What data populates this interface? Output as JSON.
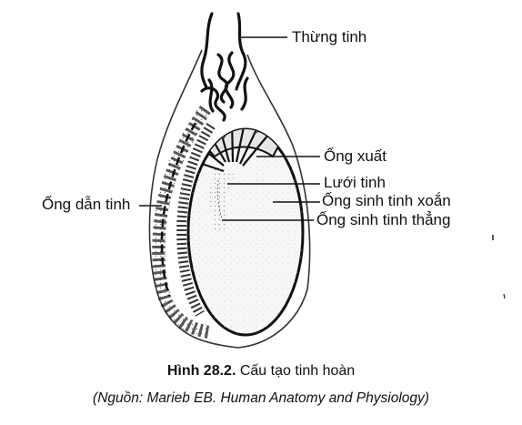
{
  "labels": {
    "thung_tinh": "Thừng tinh",
    "ong_xuat": "Ống xuất",
    "luoi_tinh": "Lưới tinh",
    "ong_dan_tinh": "Ống dẫn tinh",
    "ong_sinh_tinh_xoan": "Ống sinh tinh xoắn",
    "ong_sinh_tinh_thang": "Ống sinh tinh thẳng"
  },
  "caption": {
    "figure_number": "Hình 28.2.",
    "title": "Cấu tạo tinh hoàn",
    "source": "(Nguồn: Marieb EB. Human Anatomy and Physiology)"
  },
  "colors": {
    "ink": "#111111",
    "background": "#ffffff"
  }
}
